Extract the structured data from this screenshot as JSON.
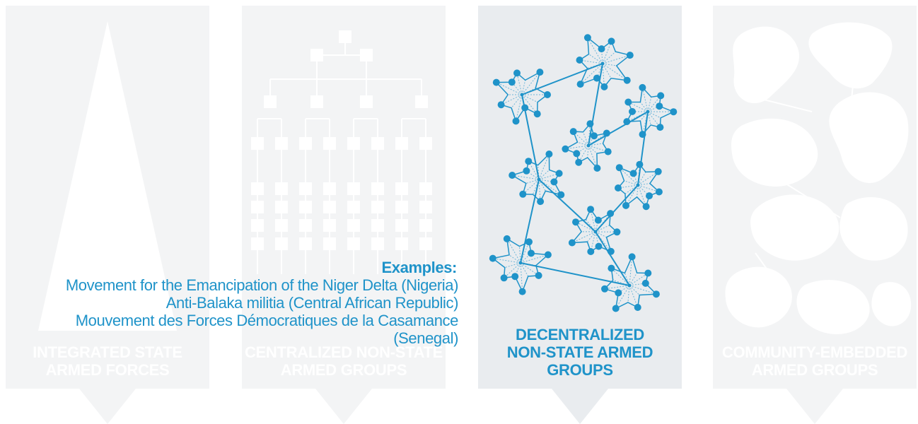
{
  "panels": [
    {
      "id": "integrated",
      "title_lines": [
        "INTEGRATED STATE",
        "ARMED FORCES"
      ]
    },
    {
      "id": "centralized",
      "title_lines": [
        "CENTRALIZED NON-STATE",
        "ARMED GROUPS"
      ]
    },
    {
      "id": "decentralized",
      "title_lines": [
        "DECENTRALIZED",
        "NON-STATE ARMED GROUPS"
      ],
      "highlighted": true
    },
    {
      "id": "community",
      "title_lines": [
        "COMMUNITY-EMBEDDED",
        "ARMED GROUPS"
      ]
    }
  ],
  "examples": {
    "heading": "Examples:",
    "lines": [
      "Movement for the Emancipation of the Niger Delta (Nigeria)",
      "Anti-Balaka militia (Central African Republic)",
      "Mouvement des Forces Démocratiques de la Casamance",
      "(Senegal)"
    ]
  },
  "colors": {
    "accent": "#1f93c9",
    "panel": "#f3f4f5",
    "panel_active": "#e9ecef",
    "shape": "#ffffff"
  }
}
